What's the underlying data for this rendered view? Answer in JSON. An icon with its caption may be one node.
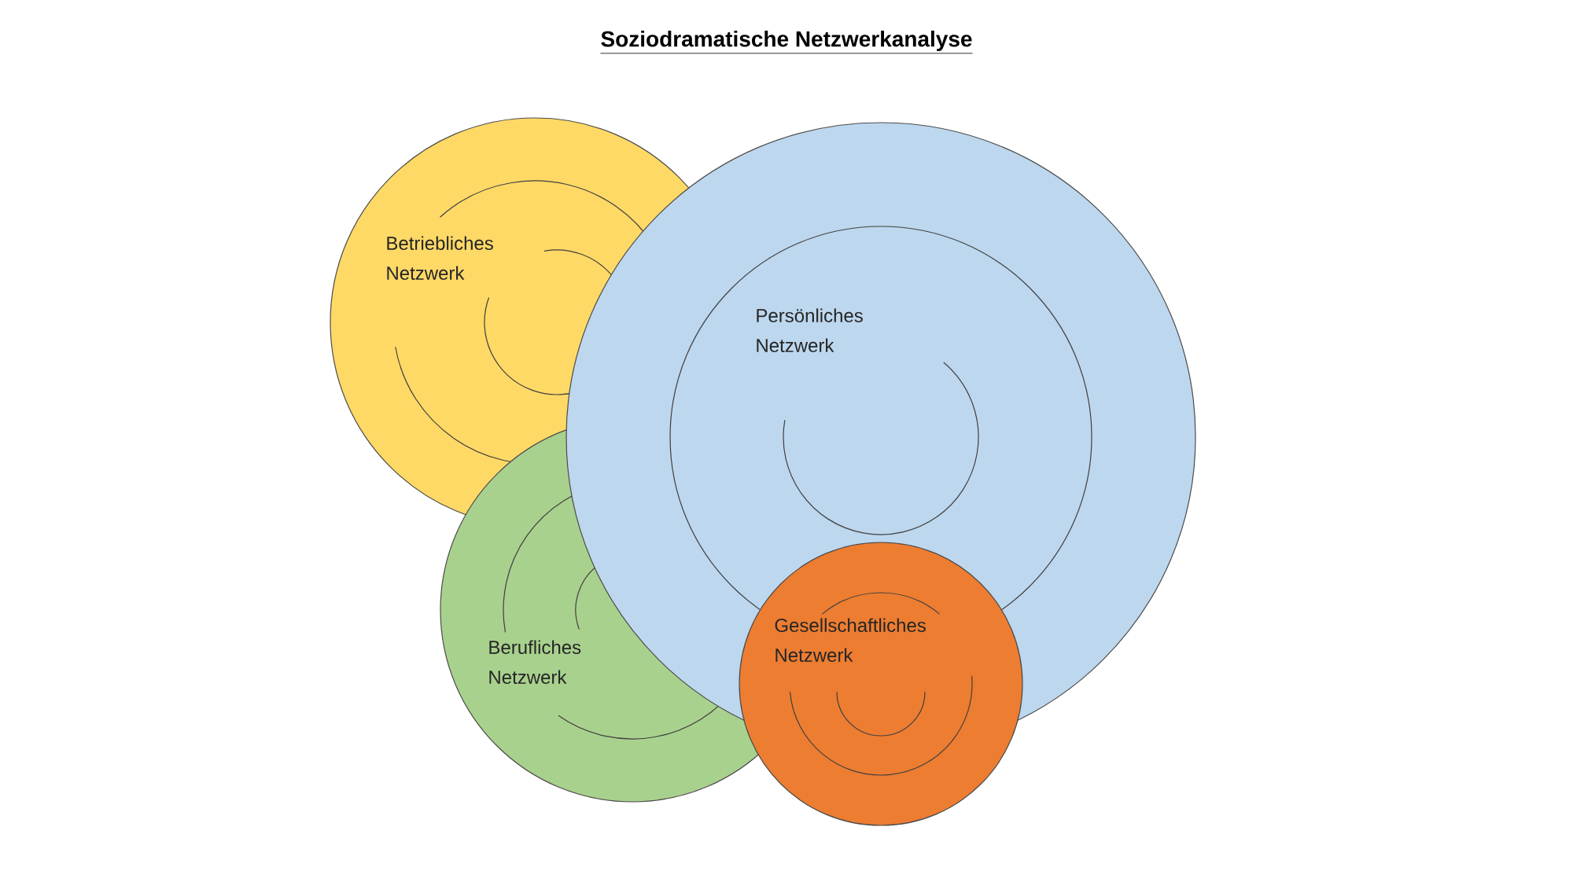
{
  "diagram": {
    "title": "Soziodramatische Netzwerkanalyse",
    "nodes": [
      {
        "text": [
          "Betriebliches Netzwerk"
        ]
      },
      {
        "text": [
          "Berufliches Netzwerk"
        ]
      },
      {
        "text": [
          "Persönliches Netzwerk"
        ]
      },
      {
        "text": [
          "Gesellschaftliches Netzwerk"
        ]
      }
    ]
  }
}
